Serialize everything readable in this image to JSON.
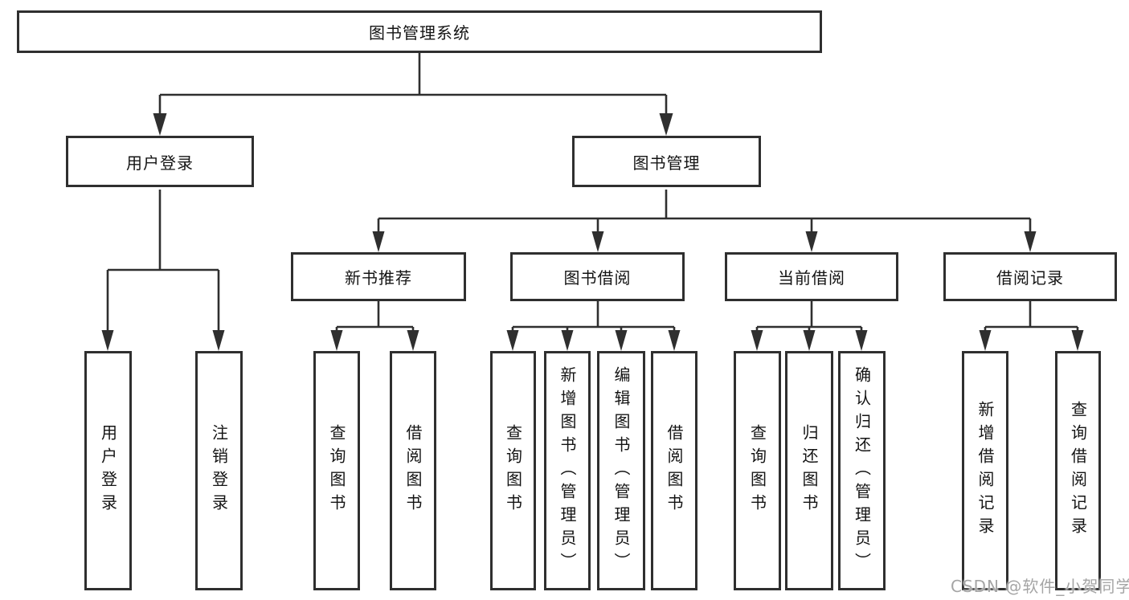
{
  "diagram": {
    "root": {
      "label": "图书管理系统"
    },
    "level2": [
      {
        "label": "用户登录"
      },
      {
        "label": "图书管理"
      }
    ],
    "level3": [
      {
        "label": "新书推荐"
      },
      {
        "label": "图书借阅"
      },
      {
        "label": "当前借阅"
      },
      {
        "label": "借阅记录"
      }
    ],
    "leaves": {
      "login": [
        "用户登录",
        "注销登录"
      ],
      "recommend": [
        "查询图书",
        "借阅图书"
      ],
      "borrow": [
        "查询图书",
        "新增图书（管理员）",
        "编辑图书（管理员）",
        "借阅图书"
      ],
      "current": [
        "查询图书",
        "归还图书",
        "确认归还（管理员）"
      ],
      "records": [
        "新增借阅记录",
        "查询借阅记录"
      ]
    }
  },
  "watermark": {
    "text": "CSDN @软件_小贺同学"
  },
  "colors": {
    "line": "#2f2f2f",
    "text": "#141414",
    "watermark": "#a5a5a5",
    "background": "#ffffff"
  }
}
